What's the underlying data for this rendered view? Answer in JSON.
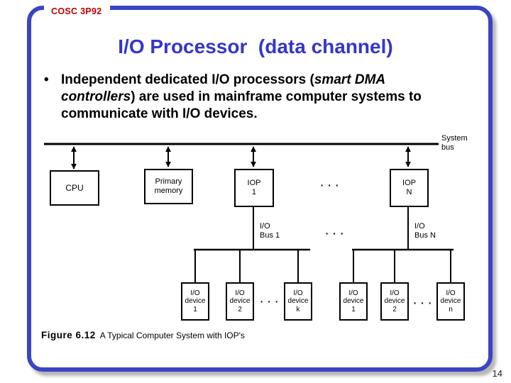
{
  "colors": {
    "border_blue": "#3a44c4",
    "title_blue": "#3535cc",
    "header_red": "#c00000"
  },
  "header": {
    "course_code": "COSC 3P92"
  },
  "title": "I/O Processor  (data channel)",
  "bullet": {
    "marker": "•",
    "before_italic": "Independent dedicated I/O processors (",
    "italic": "smart DMA controllers",
    "after_italic": ") are used in mainframe computer systems to communicate with I/O devices."
  },
  "diagram": {
    "system_bus_label": "System\nbus",
    "cpu_label": "CPU",
    "primary_memory_label": "Primary\nmemory",
    "iop_1_label": "IOP\n1",
    "iop_n_label": "IOP\nN",
    "dots_between_iops": "· · ·",
    "io_bus_1_label": "I/O\nBus 1",
    "io_bus_n_label": "I/O\nBus N",
    "dots_between_buses": "· · ·",
    "devices_left": [
      "I/O\ndevice\n1",
      "I/O\ndevice\n2",
      "I/O\ndevice\nk"
    ],
    "dots_left": "· · ·",
    "devices_right": [
      "I/O\ndevice\n1",
      "I/O\ndevice\n2",
      "I/O\ndevice\nn"
    ],
    "dots_right": "· · ·"
  },
  "caption": {
    "figure_label": "Figure 6.12",
    "figure_text": "A Typical Computer System with IOP's"
  },
  "footer": {
    "page_number": "14"
  }
}
